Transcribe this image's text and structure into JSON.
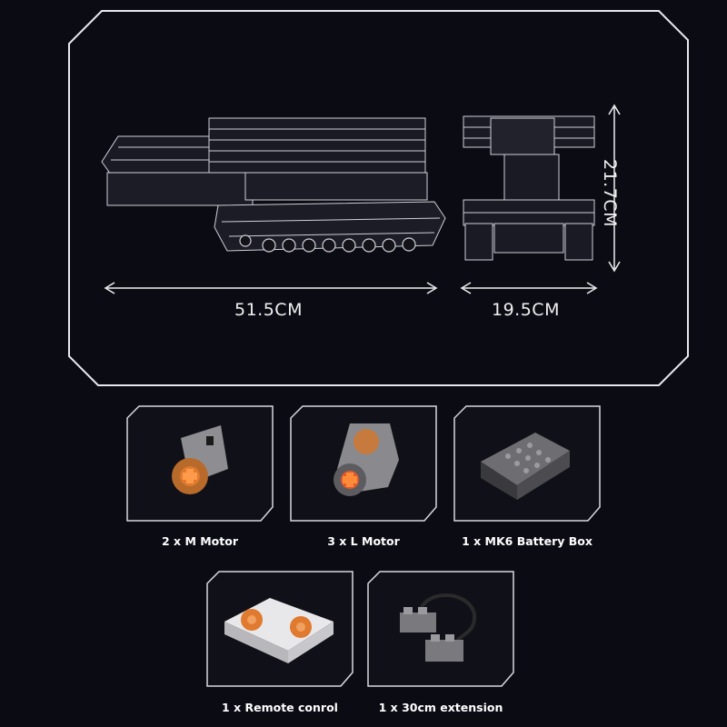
{
  "dimensions": {
    "length": "51.5CM",
    "width": "19.5CM",
    "height": "21.7CM"
  },
  "components": [
    {
      "caption": "2 x M  Motor",
      "icon": "m-motor-icon"
    },
    {
      "caption": "3 x L  Motor",
      "icon": "l-motor-icon"
    },
    {
      "caption": "1 x MK6 Battery Box",
      "icon": "battery-box-icon"
    },
    {
      "caption": "1 x Remote conrol",
      "icon": "remote-control-icon"
    },
    {
      "caption": "1 x 30cm extension",
      "icon": "extension-cable-icon"
    }
  ],
  "colors": {
    "background": "#0b0b14",
    "frame": "#e8e8ee",
    "motor_orange": "#e07a2f",
    "motor_gray": "#8e8e92"
  }
}
